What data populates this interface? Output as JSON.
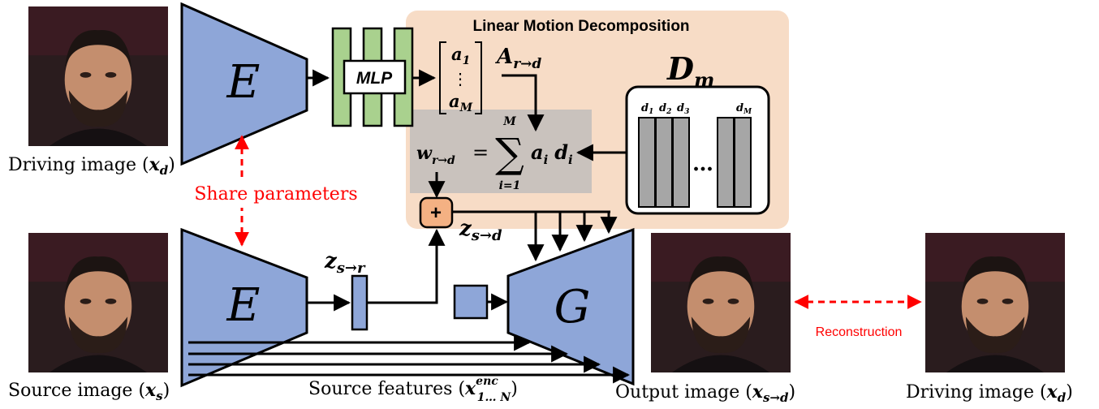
{
  "panel": {
    "title": "Linear Motion Decomposition",
    "fill": "#f7dcc6"
  },
  "encoder_top": {
    "label": "E"
  },
  "encoder_bottom": {
    "label": "E"
  },
  "generator": {
    "label": "G"
  },
  "mlp": {
    "label": "MLP"
  },
  "vector_a": {
    "first": "a",
    "first_sub": "1",
    "dots": "⋮",
    "last": "a",
    "last_sub": "M"
  },
  "matrix_a": {
    "symbol": "A",
    "subscript": "r→d"
  },
  "dictionary": {
    "symbol": "D",
    "subscript": "m",
    "columns": [
      {
        "name": "d",
        "sub": "1"
      },
      {
        "name": "d",
        "sub": "2"
      },
      {
        "name": "d",
        "sub": "3"
      },
      {
        "name": "d",
        "sub": "M"
      }
    ],
    "ellipsis": "…"
  },
  "equation": {
    "lhs": "w",
    "lhs_sub": "r→d",
    "equals": "=",
    "sum_upper": "M",
    "sum_symbol": "∑",
    "sum_lower": "i=1",
    "term_a": "a",
    "term_a_sub": "i",
    "term_d": "d",
    "term_d_sub": "i"
  },
  "plus_node": {
    "label": "+"
  },
  "latent_source": {
    "symbol": "z",
    "subscript": "s→r"
  },
  "latent_driving": {
    "symbol": "z",
    "subscript": "s→d"
  },
  "captions": {
    "driving_top": {
      "text": "Driving image (",
      "var": "x",
      "sub": "d",
      "close": ")"
    },
    "source": {
      "text": "Source image (",
      "var": "x",
      "sub": "s",
      "close": ")"
    },
    "output": {
      "text": "Output image (",
      "var": "x",
      "sub": "s→d",
      "close": ")"
    },
    "driving_right": {
      "text": "Driving image (",
      "var": "x",
      "sub": "d",
      "close": ")"
    },
    "features": {
      "text": "Source features (",
      "var": "x",
      "sup": "enc",
      "sub": "1… N",
      "close": ")"
    }
  },
  "share_parameters": "Share parameters",
  "reconstruction": "Reconstruction",
  "colors": {
    "encoder_fill": "#8ea6d8",
    "mlp_fill": "#a9d18e",
    "plus_fill": "#f4b183",
    "dictionary_fill": "#a6a6a6",
    "equation_bg": "#c9c2bd",
    "red_annotation": "#ff0000",
    "photo_bg": "#2a1c1e",
    "skin": "#c48e6e",
    "hair": "#1c1412"
  }
}
